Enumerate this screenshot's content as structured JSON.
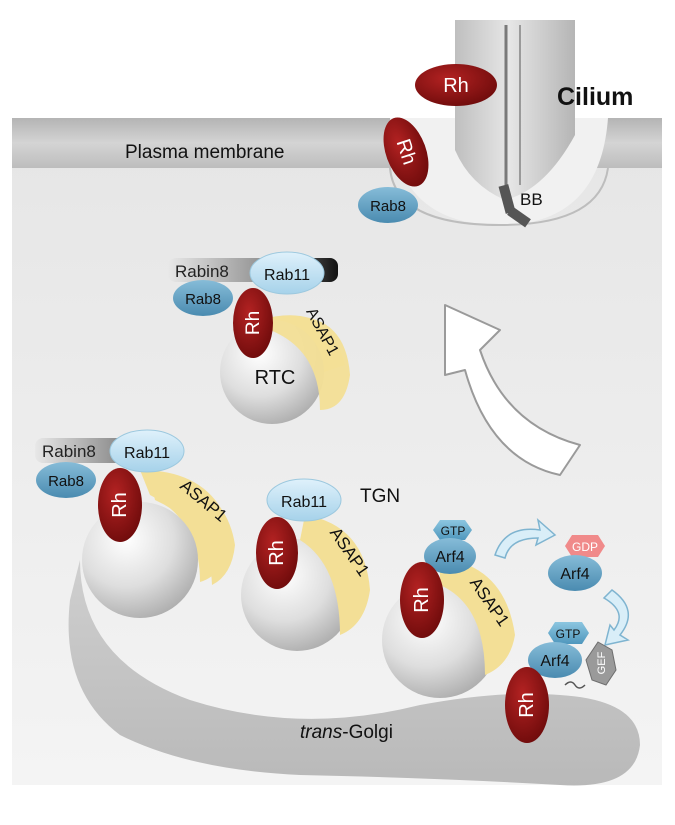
{
  "labels": {
    "cilium": "Cilium",
    "plasma_membrane": "Plasma membrane",
    "bb": "BB",
    "rtc": "RTC",
    "tgn": "TGN",
    "trans_golgi_italic": "trans",
    "trans_golgi_rest": "-Golgi"
  },
  "proteins": {
    "rh": "Rh",
    "rab8": "Rab8",
    "rab11": "Rab11",
    "rabin8": "Rabin8",
    "asap1": "ASAP1",
    "arf4": "Arf4",
    "gtp": "GTP",
    "gdp": "GDP",
    "gef": "GEF"
  },
  "colors": {
    "rh": "#8e1212",
    "rab8": "#5b9fc2",
    "rab11": "#b9def0",
    "asap1": "#f3df96",
    "gdp": "#f08a8a",
    "cilium": "#c9c9c9",
    "membrane": "#c8c8c8"
  }
}
